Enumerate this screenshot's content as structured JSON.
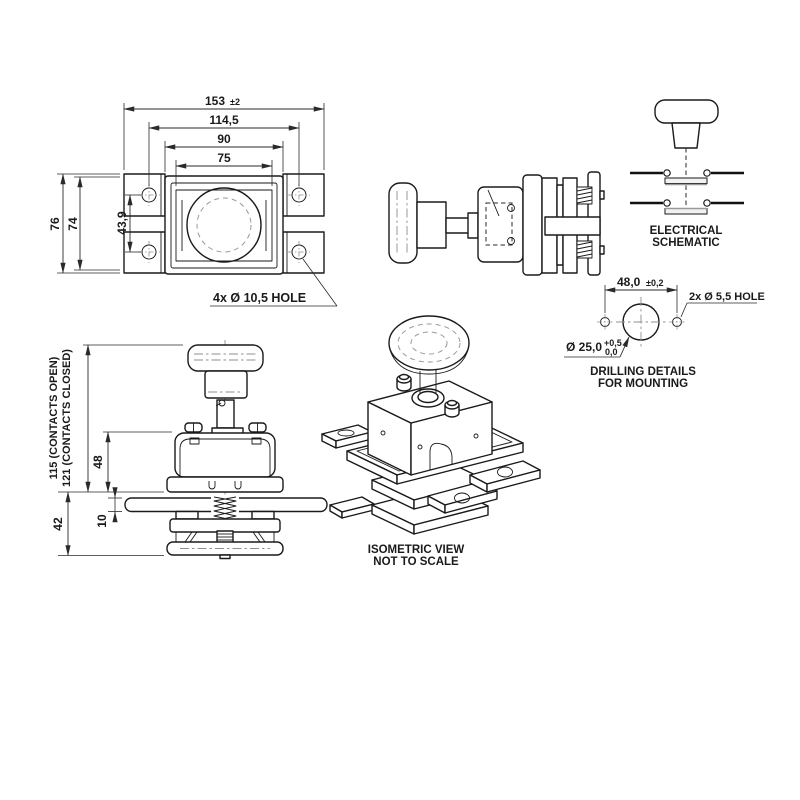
{
  "colors": {
    "line": "#1a1a1a",
    "dimension": "#2a2a2a",
    "centerline": "#8f8f8f",
    "background": "#ffffff"
  },
  "top_view": {
    "width_total": "153",
    "width_total_tol": "±2",
    "hole_span_h": "114,5",
    "body_width": "90",
    "opening_width": "75",
    "height_total": "76",
    "height_inner": "74",
    "hole_span_v": "43,9",
    "hole_note": "4x Ø 10,5 HOLE"
  },
  "schematic": {
    "title_line1": "ELECTRICAL",
    "title_line2": "SCHEMATIC"
  },
  "drilling": {
    "hole_span": "48,0",
    "hole_span_tol": "±0,2",
    "hole_note": "2x Ø 5,5 HOLE",
    "center_hole_dia": "Ø 25,0",
    "center_hole_tol_upper": "+0,5",
    "center_hole_tol_lower": "0,0",
    "title_line1": "DRILLING DETAILS",
    "title_line2": "FOR MOUNTING"
  },
  "front_view": {
    "height_open": "115 (CONTACTS OPEN)",
    "height_closed": "121 (CONTACTS CLOSED)",
    "body_height": "48",
    "plate_thickness": "10",
    "lower_height": "42"
  },
  "isometric": {
    "title_line1": "ISOMETRIC VIEW",
    "title_line2": "NOT TO SCALE"
  }
}
